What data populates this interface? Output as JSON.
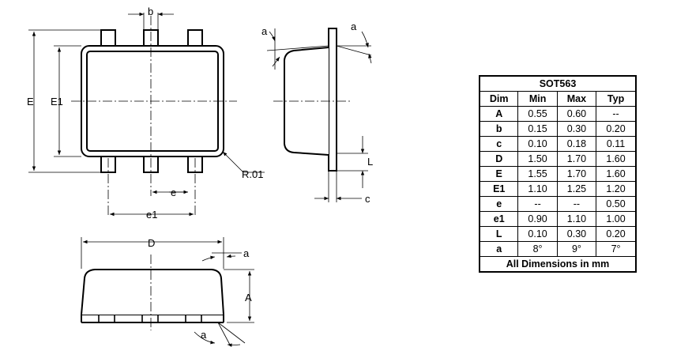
{
  "drawing": {
    "labels": {
      "b": "b",
      "E": "E",
      "E1": "E1",
      "e": "e",
      "e1": "e1",
      "R": "R.01",
      "a_side_left": "a",
      "a_side_right": "a",
      "L": "L",
      "c": "c",
      "D": "D",
      "a_front_top": "a",
      "A": "A",
      "a_front_bottom": "a"
    }
  },
  "table": {
    "title": "SOT563",
    "headers": [
      "Dim",
      "Min",
      "Max",
      "Typ"
    ],
    "rows": [
      [
        "A",
        "0.55",
        "0.60",
        "--"
      ],
      [
        "b",
        "0.15",
        "0.30",
        "0.20"
      ],
      [
        "c",
        "0.10",
        "0.18",
        "0.11"
      ],
      [
        "D",
        "1.50",
        "1.70",
        "1.60"
      ],
      [
        "E",
        "1.55",
        "1.70",
        "1.60"
      ],
      [
        "E1",
        "1.10",
        "1.25",
        "1.20"
      ],
      [
        "e",
        "--",
        "--",
        "0.50"
      ],
      [
        "e1",
        "0.90",
        "1.10",
        "1.00"
      ],
      [
        "L",
        "0.10",
        "0.30",
        "0.20"
      ],
      [
        "a",
        "8°",
        "9°",
        "7°"
      ]
    ],
    "footer": "All Dimensions in mm"
  }
}
